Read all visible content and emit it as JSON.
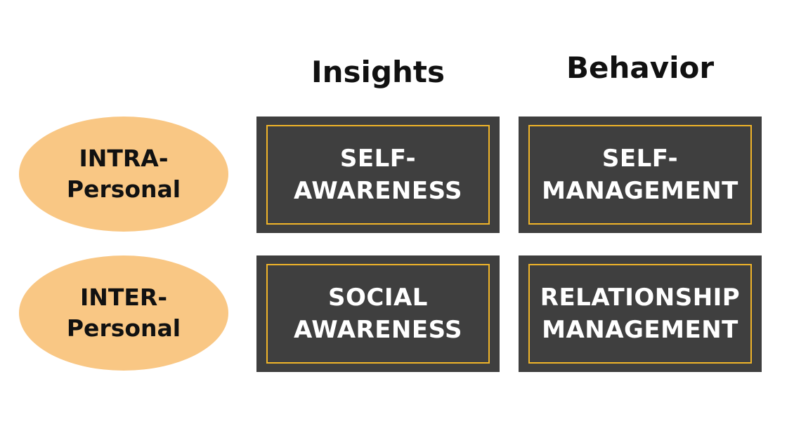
{
  "headers": {
    "insights": "Insights",
    "behavior": "Behavior"
  },
  "rows": [
    {
      "line1": "INTRA-",
      "line2": "Personal"
    },
    {
      "line1": "INTER-",
      "line2": "Personal"
    }
  ],
  "cells": [
    {
      "line1": "SELF-",
      "line2": "AWARENESS"
    },
    {
      "line1": "SELF-",
      "line2": "MANAGEMENT"
    },
    {
      "line1": "SOCIAL",
      "line2": "AWARENESS"
    },
    {
      "line1": "RELATIONSHIP",
      "line2": "MANAGEMENT"
    }
  ],
  "colors": {
    "ellipse": "#f9c784",
    "box": "#3f3f3f",
    "border": "#f0b429"
  }
}
